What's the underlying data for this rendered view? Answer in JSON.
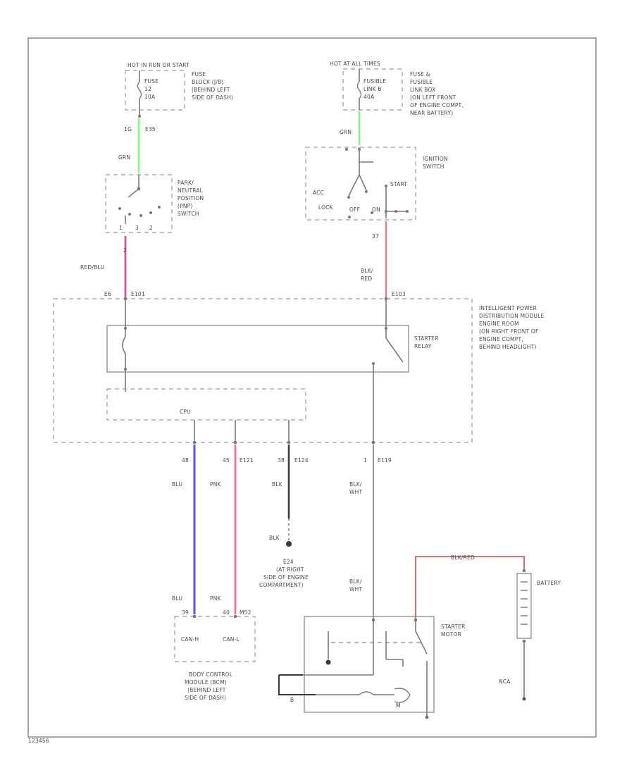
{
  "labels": {
    "hot_left": "HOT IN RUN OR START",
    "fuse_block": [
      "FUSE",
      "BLOCK (J/B)",
      "(BEHIND LEFT",
      "SIDE OF DASH)"
    ],
    "fuse_inner": [
      "FUSE",
      "12",
      "10A"
    ],
    "hot_right": "HOT AT ALL TIMES",
    "fusible_link": [
      "FUSE &",
      "FUSIBLE",
      "LINK BOX",
      "(ON LEFT FRONT",
      "OF ENGINE COMPT,",
      "NEAR BATTERY)"
    ],
    "fusible_inner": [
      "FUSIBLE",
      "LINK B",
      "40A"
    ],
    "conn_left_top": "1G",
    "conn_left_top_id": "E35",
    "wire_grn_left": "GRN",
    "pnp_switch": [
      "PARK/",
      "NEUTRAL",
      "POSITION",
      "(PNP)",
      "SWITCH"
    ],
    "pnp_pins": [
      "1",
      "3",
      "2"
    ],
    "pnp_pin_out": "2",
    "wire_redblu": "RED/BLU",
    "wire_grn_right": "GRN",
    "ignition_switch": [
      "IGNITION",
      "SWITCH"
    ],
    "ign_positions": [
      "ACC",
      "LOCK",
      "OFF",
      "ON",
      "START"
    ],
    "pin_37": "37",
    "wire_blkred": [
      "BLK/",
      "RED"
    ],
    "ipdm_conn_left": "E6",
    "ipdm_conn_left_id": "E101",
    "ipdm_conn_right": "E103",
    "ipdm_label": [
      "INTELLIGENT POWER",
      "DISTRIBUTION MODULE",
      "ENGINE ROOM",
      "(ON RIGHT FRONT OF",
      "ENGINE COMPT,",
      "BEHIND HEADLIGHT)"
    ],
    "starter_relay": [
      "STARTER",
      "RELAY"
    ],
    "cpu": "CPU",
    "pin_48": "48",
    "pin_45": "45",
    "conn_e121": "E121",
    "pin_38": "38",
    "conn_e124": "E124",
    "pin_1": "1",
    "conn_e119": "E119",
    "wire_blu": "BLU",
    "wire_pnk": "PNK",
    "wire_blk": "BLK",
    "wire_blk2": "BLK",
    "wire_blkwht": [
      "BLK/",
      "WHT"
    ],
    "ground_e24": [
      "E24",
      "(AT RIGHT",
      "SIDE OF ENGINE",
      "COMPARTMENT)"
    ],
    "wire_blu_bottom": "BLU",
    "wire_pnk_bottom": "PNK",
    "bcm_pins": [
      "39",
      "40",
      "M52"
    ],
    "bcm_can": [
      "CAN-H",
      "CAN-L"
    ],
    "bcm_label": [
      "BODY CONTROL",
      "MODULE (BCM)",
      "(BEHIND LEFT",
      "SIDE OF DASH)"
    ],
    "wire_blkwht_bottom": [
      "BLK/",
      "WHT"
    ],
    "wire_blkred_battery": "BLK/RED",
    "battery": "BATTERY",
    "starter_motor": [
      "STARTER",
      "MOTOR"
    ],
    "motor_m": "M",
    "motor_b": "B",
    "gnd_right": "NCA",
    "corner_code": "123456"
  },
  "colors": {
    "grn": "#7CFC7C",
    "redblu": "#D0589A",
    "blkred": "#E0808A",
    "blu": "#5555E8",
    "pnk": "#F06A94",
    "blk": "#3a3a3a",
    "battery_red": "#C84A4A"
  }
}
